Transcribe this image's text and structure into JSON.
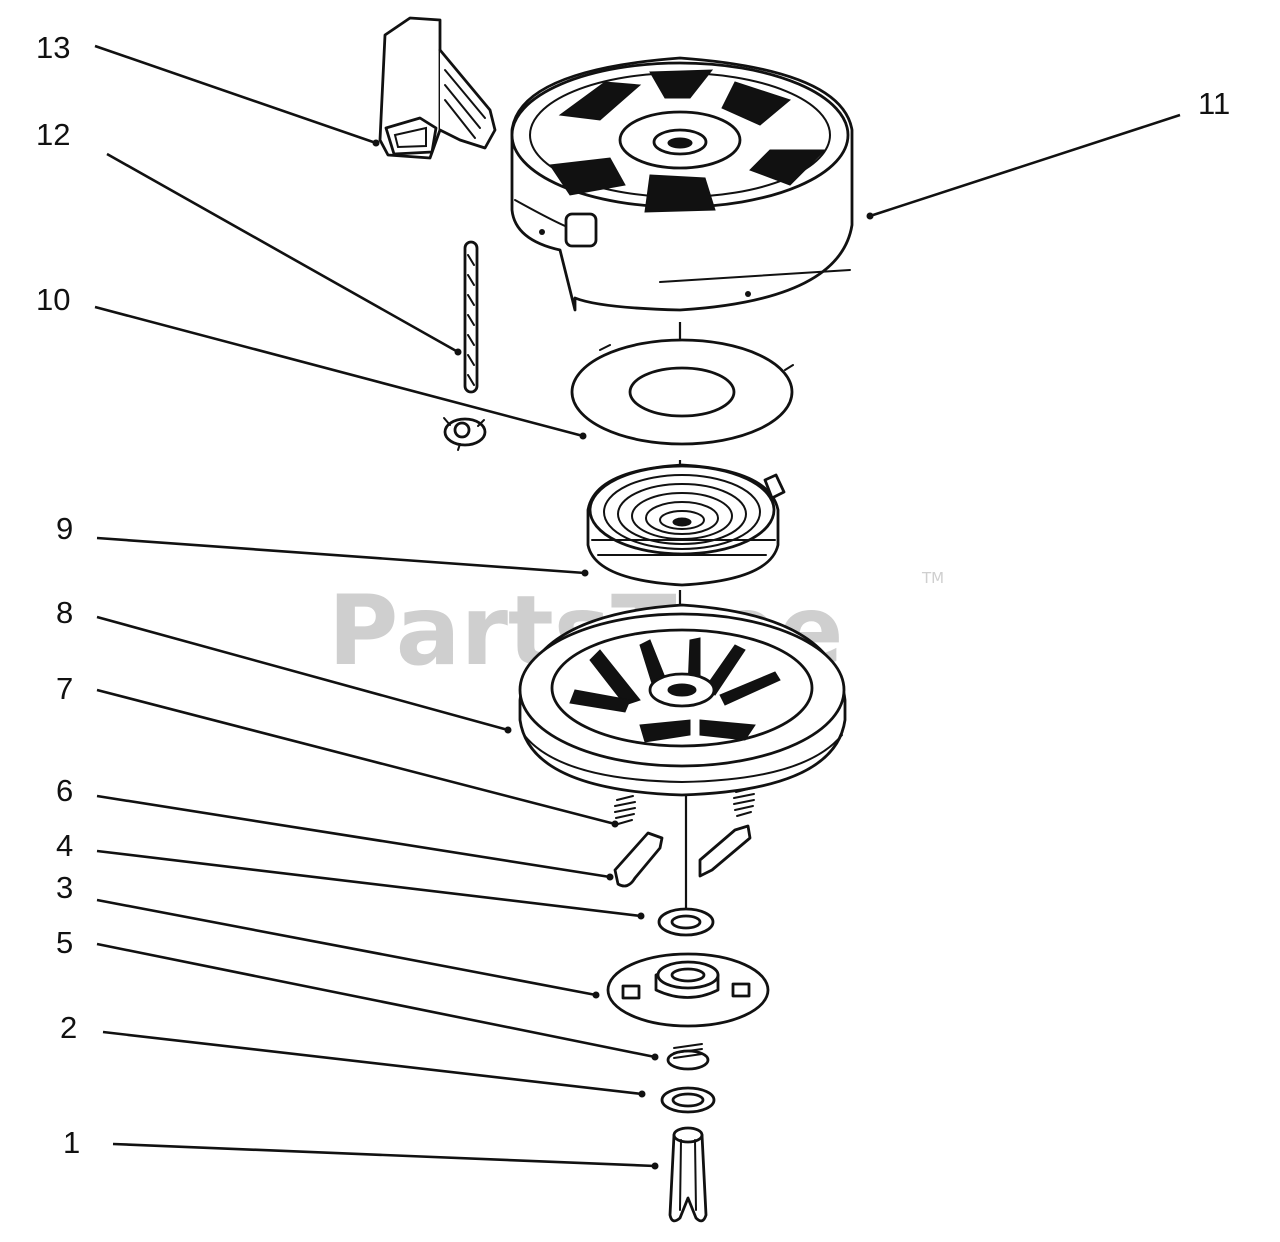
{
  "watermark": {
    "text": "PartsTree",
    "tm": "TM"
  },
  "callouts": {
    "c1": "1",
    "c2": "2",
    "c3": "3",
    "c4": "4",
    "c5": "5",
    "c6": "6",
    "c7": "7",
    "c8": "8",
    "c9": "9",
    "c10": "10",
    "c11": "11",
    "c12": "12",
    "c13": "13"
  }
}
